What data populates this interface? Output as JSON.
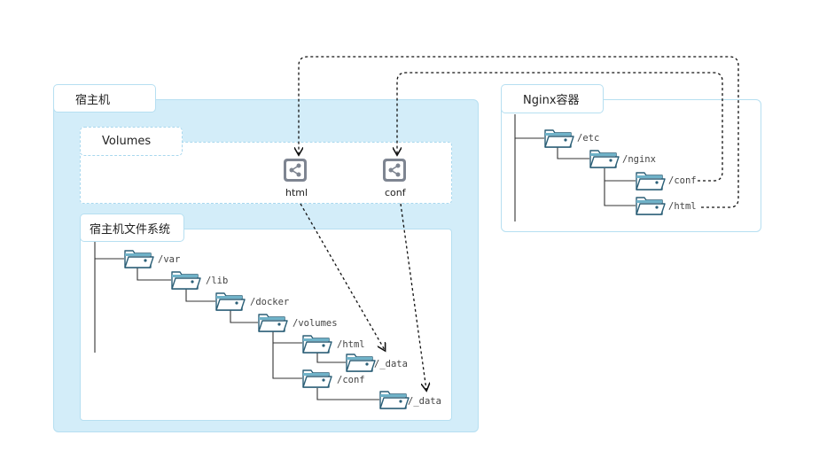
{
  "host": {
    "label": "宿主机"
  },
  "nginx": {
    "label": "Nginx容器"
  },
  "volumes": {
    "label": "Volumes",
    "items": [
      {
        "label": "html",
        "icon": "share-icon"
      },
      {
        "label": "conf",
        "icon": "share-icon"
      }
    ]
  },
  "host_fs": {
    "label": "宿主机文件系统",
    "paths": {
      "var": "/var",
      "lib": "/lib",
      "docker": "/docker",
      "volumes": "/volumes",
      "html": "/html",
      "html_data": "/_data",
      "conf": "/conf",
      "conf_data": "/_data"
    }
  },
  "nginx_fs": {
    "paths": {
      "etc": "/etc",
      "nginx": "/nginx",
      "conf": "/conf",
      "html": "/html"
    }
  },
  "colors": {
    "panel_fill": "#d3edf9",
    "panel_border": "#b6dff1",
    "folder_stroke": "#2b5f77",
    "folder_tab": "#6fb2c8",
    "icon_bg": "#7e8591"
  }
}
